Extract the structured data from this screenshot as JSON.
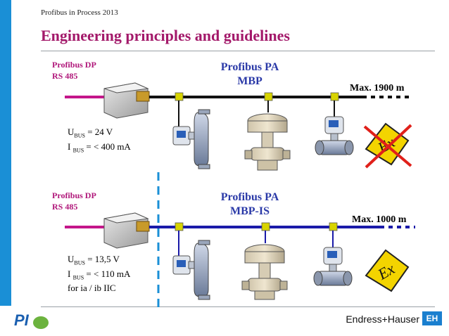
{
  "header": {
    "subtitle": "Profibus in Process 2013",
    "title": "Engineering principles and guidelines"
  },
  "top": {
    "dp_line1": "Profibus DP",
    "dp_line2": "RS 485",
    "pa_line1": "Profibus PA",
    "pa_line2": "MBP",
    "max_length": "Max. 1900 m",
    "u_bus_label": "U",
    "u_bus_sub": "BUS",
    "u_bus_value": " = 24 V",
    "i_bus_label": "I ",
    "i_bus_sub": "BUS",
    "i_bus_value": " = < 400 mA"
  },
  "bottom": {
    "dp_line1": "Profibus DP",
    "dp_line2": "RS 485",
    "pa_line1": "Profibus PA",
    "pa_line2": "MBP-IS",
    "max_length": "Max. 1000 m",
    "u_bus_label": "U",
    "u_bus_sub": "BUS",
    "u_bus_value": " = 13,5 V",
    "i_bus_label": "I ",
    "i_bus_sub": "BUS",
    "i_bus_value": " = < 110 mA",
    "note": "for ia / ib IIC"
  },
  "footer": {
    "company": "Endress+Hauser",
    "company_logo": "EH",
    "pi_logo": "PI"
  },
  "colors": {
    "title": "#a3196a",
    "dp_bus": "#c4168a",
    "pa_bus": "#1a1aa8",
    "sidebar": "#1a8fd6",
    "tap": "#d8d400"
  }
}
